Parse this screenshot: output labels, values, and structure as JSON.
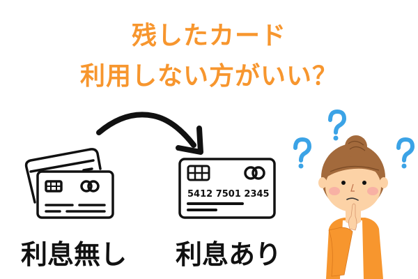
{
  "title": {
    "line1": "残したカード",
    "line2": "利用しない方がいい？",
    "color": "#f7962e"
  },
  "cards": {
    "left": {
      "label": "利息無し",
      "icon": "credit-cards-stack-icon"
    },
    "right": {
      "label": "利息あり",
      "icon": "credit-card-icon",
      "number": "5412  7501  2345"
    }
  },
  "arrow": {
    "icon": "curved-arrow-right-icon"
  },
  "person": {
    "icon": "thinking-woman-illustration",
    "question_marks": [
      "?",
      "?",
      "?"
    ],
    "question_color": "#3ba3e6",
    "cardigan_color": "#f7962e"
  }
}
